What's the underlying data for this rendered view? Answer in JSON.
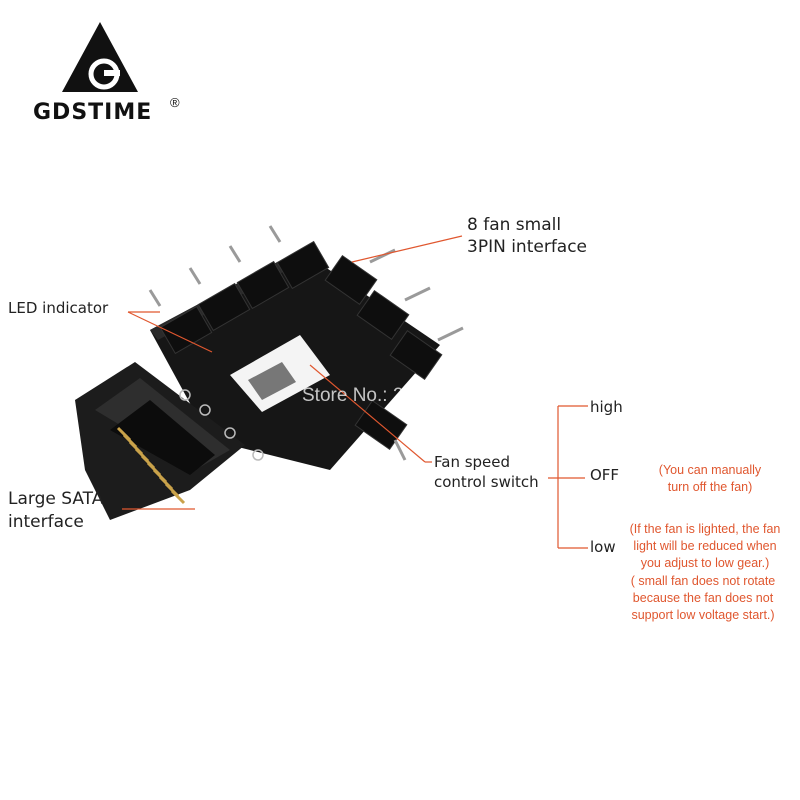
{
  "brand": {
    "name": "GDSTIME",
    "registered_mark": "®"
  },
  "watermark": "Store No.: 212707",
  "labels": {
    "fan_interface_line1": "8 fan small",
    "fan_interface_line2": "3PIN interface",
    "led_indicator": "LED indicator",
    "sata_line1": "Large SATA",
    "sata_line2": "interface",
    "switch_line1": "Fan speed",
    "switch_line2": "control switch"
  },
  "switch_positions": {
    "high": "high",
    "off": "OFF",
    "low": "low"
  },
  "notes": {
    "off_note_line1": "(You can manually",
    "off_note_line2": "turn off the fan)",
    "low_note_line1": "(If the fan is lighted, the fan",
    "low_note_line2": "light will be reduced when",
    "low_note_line3": "you adjust to low gear.)",
    "small_note_line1": "( small fan does not rotate",
    "small_note_line2": "because the fan does not",
    "small_note_line3": "support low voltage start.)"
  },
  "colors": {
    "callout_line": "#e0572f",
    "note_text": "#e0572f",
    "board": "#141414",
    "sata_pins": "#c9a24a"
  }
}
